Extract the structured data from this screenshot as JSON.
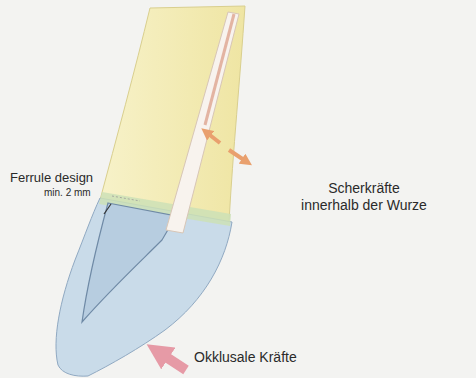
{
  "diagram": {
    "labels": [
      "Ferrule design",
      "min. 2 mm",
      "Scherkräfte innerhalb der Wurze",
      "Okklusale Kräfte"
    ]
  }
}
